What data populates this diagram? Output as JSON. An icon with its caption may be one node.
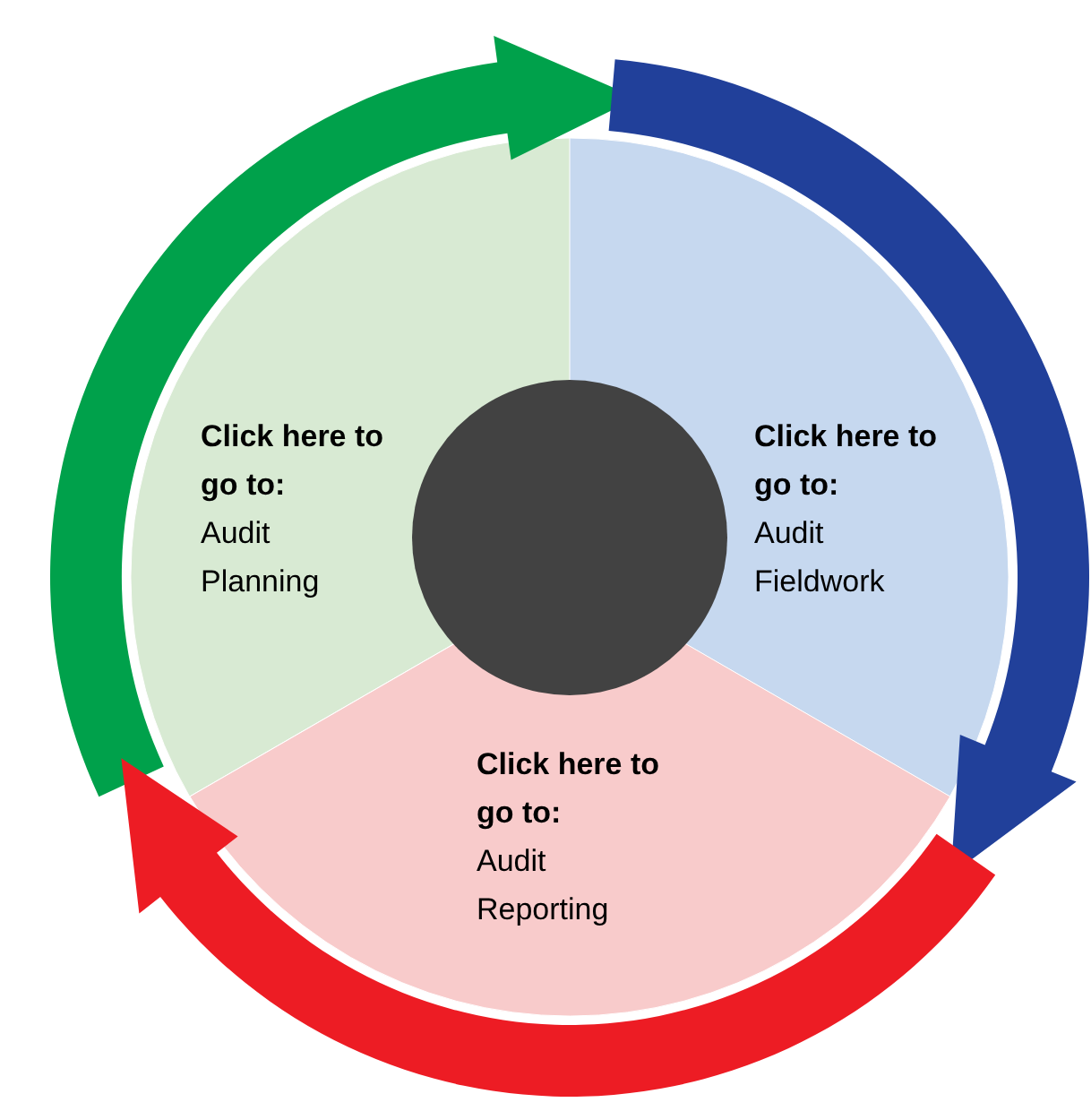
{
  "diagram": {
    "nodes": [
      {
        "text": [
          "Click here to go to:",
          "Audit Planning"
        ]
      },
      {
        "text": [
          "Click here to go to:",
          "Audit Fieldwork"
        ]
      },
      {
        "text": [
          "Click here to go to:",
          "Audit Reporting"
        ]
      },
      {
        "text": [],
        "shape": "circle"
      }
    ],
    "edges": [
      {
        "from": 0,
        "to": 1,
        "arrow": "to",
        "style": "thick",
        "color": "#00a14b"
      },
      {
        "from": 1,
        "to": 2,
        "arrow": "to",
        "style": "thick",
        "color": "#21409a"
      },
      {
        "from": 2,
        "to": 0,
        "arrow": "to",
        "style": "thick",
        "color": "#ed1c24"
      }
    ]
  }
}
